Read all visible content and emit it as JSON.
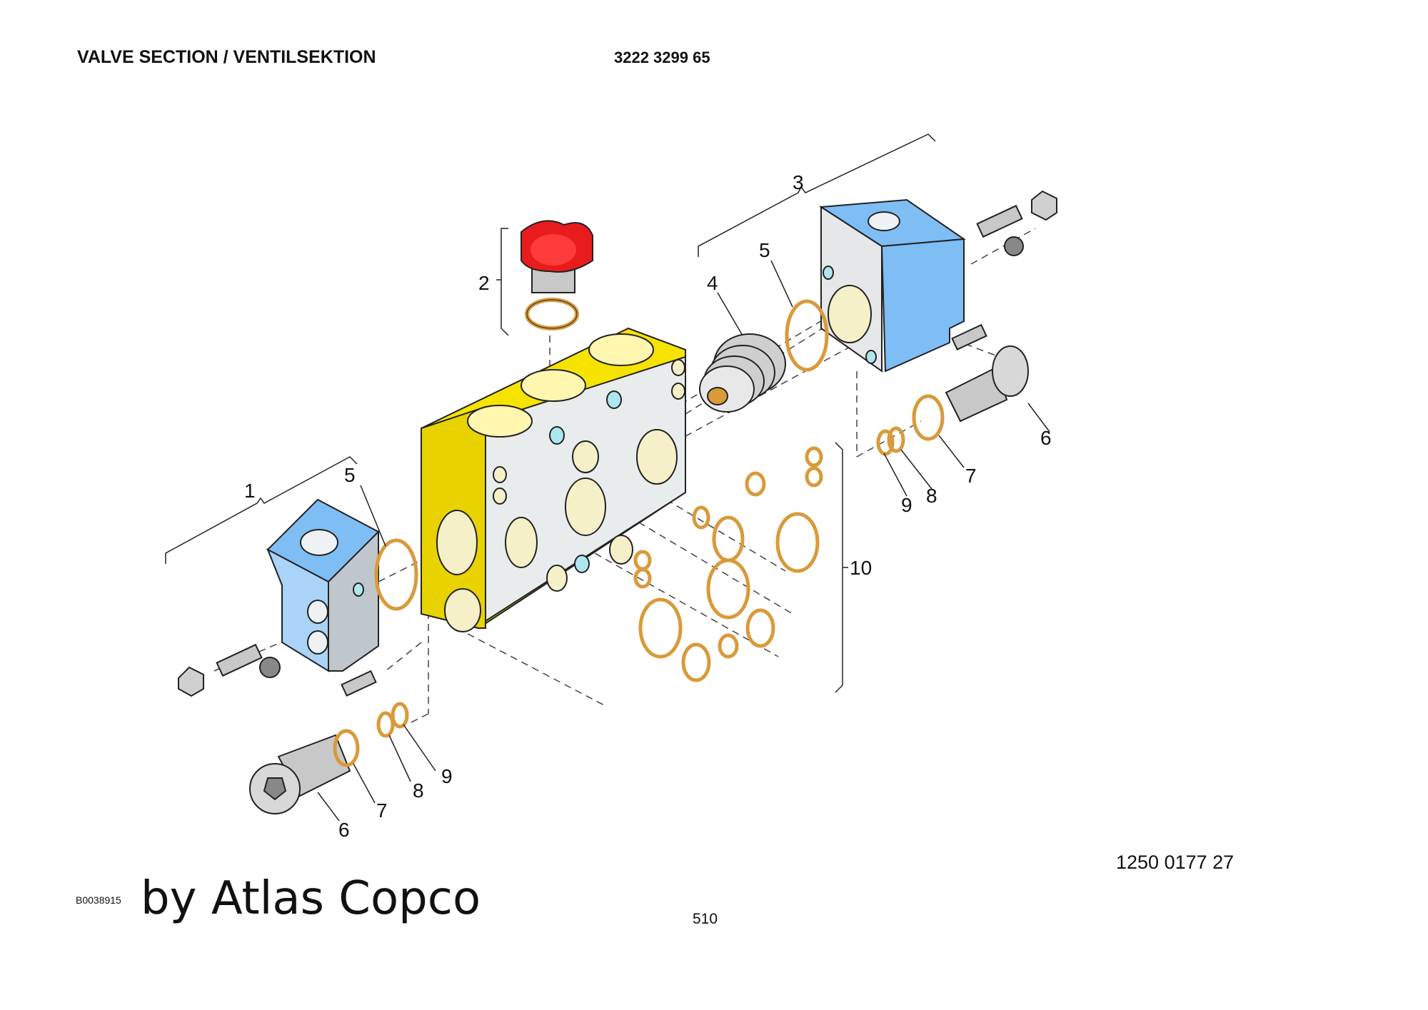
{
  "header": {
    "title": "VALVE SECTION / VENTILSEKTION",
    "part_number": "3222 3299 65"
  },
  "callouts": {
    "c1": "1",
    "c2": "2",
    "c3": "3",
    "c4": "4",
    "c5a": "5",
    "c5b": "5",
    "c6a": "6",
    "c6b": "6",
    "c7a": "7",
    "c7b": "7",
    "c8a": "8",
    "c8b": "8",
    "c9a": "9",
    "c9b": "9",
    "c10": "10"
  },
  "footer": {
    "figure_ref": "1250 0177 27",
    "doc_code": "B0038915",
    "watermark": "by Atlas Copco",
    "page_number": "510"
  },
  "colors": {
    "valve_body": "#f7e300",
    "end_section": "#7fbdf5",
    "cap": "#e81c1c",
    "oring": "#d99a3a",
    "steel": "#c8c8c8"
  }
}
